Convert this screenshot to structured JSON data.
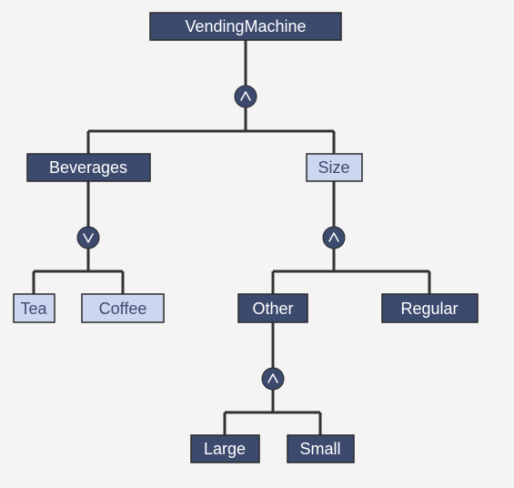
{
  "nodes": {
    "root": "VendingMachine",
    "beverages": "Beverages",
    "size": "Size",
    "tea": "Tea",
    "coffee": "Coffee",
    "other": "Other",
    "regular": "Regular",
    "large": "Large",
    "small": "Small"
  },
  "operators": {
    "root_group": "and",
    "beverages_group": "or",
    "size_group": "and",
    "other_group": "and"
  },
  "colors": {
    "dark_node": "#3c4a6e",
    "light_node": "#cdd6f0",
    "edge": "#333333",
    "background": "#f4f4f4"
  }
}
